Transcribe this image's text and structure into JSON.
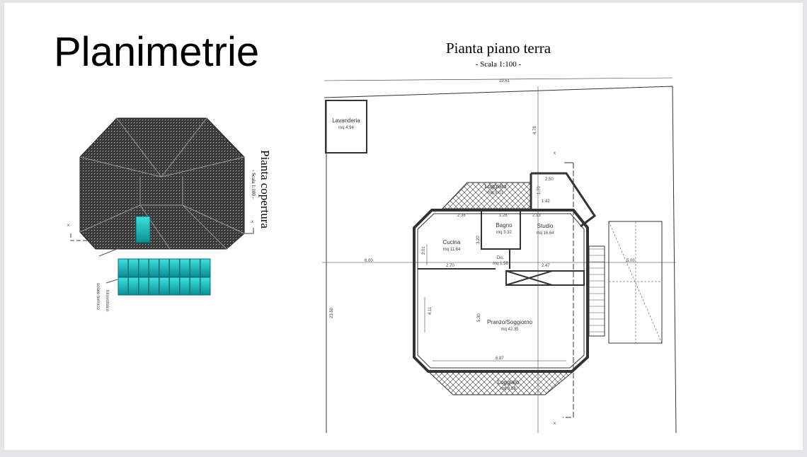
{
  "slide": {
    "title": "Planimetrie"
  },
  "roof_plan": {
    "title": "Pianta copertura",
    "scale": "- Scala 1:100 -",
    "section_marker": "x",
    "labels": [
      "solare termico",
      "fotovoltaico"
    ],
    "colors": {
      "roof": "#3a3a3a",
      "panel": "#10b5b8"
    }
  },
  "ground_plan": {
    "title": "Pianta piano terra",
    "scale": "- Scala 1:100 -",
    "section_marker": "x",
    "rooms": [
      {
        "name": "Lavanderia",
        "area": "mq  4.94"
      },
      {
        "name": "Loggiato",
        "area": "mq  9.01"
      },
      {
        "name": "Cucina",
        "area": "mq  11.64"
      },
      {
        "name": "Bagno",
        "area": "mq  3.32"
      },
      {
        "name": "Studio",
        "area": "mq  16.64"
      },
      {
        "name": "Dis.",
        "area": "mq  1.58"
      },
      {
        "name": "Pranzo/Soggiorno",
        "area": "mq  42.35"
      },
      {
        "name": "Loggiato",
        "area": "mq  8.58"
      }
    ],
    "dimensions": {
      "lot_width": "19.61",
      "lot_depth": "23.50",
      "front_setback": "4.78",
      "side_setback": "6.00",
      "pergola": "5.00",
      "d1": "2.36",
      "d2": "1.26",
      "d3": "2.13",
      "d4": "3.20",
      "d5": "2.01",
      "d6": "2.70",
      "d7": "2.47",
      "d8": "4.11",
      "d9": "5.30",
      "d10": "6.87",
      "d11": "2.50",
      "d12": "1.70",
      "d13": "1.42"
    }
  }
}
